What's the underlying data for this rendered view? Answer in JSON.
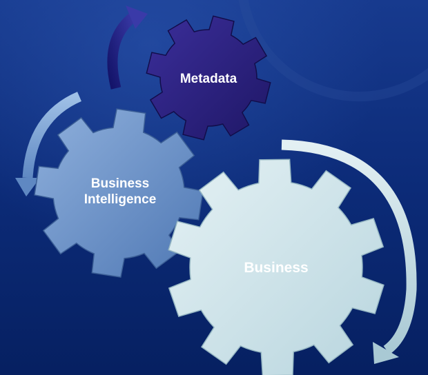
{
  "colors": {
    "background_top": "#173a8e",
    "background_bottom": "#062061",
    "metadata_gear": "#2a1f7d",
    "bi_gear": "#6f95c9",
    "business_gear": "#cfe4ea",
    "arrow_dark": "#2a2a8a",
    "arrow_mid": "#7fa5d6",
    "arrow_light": "#cfe4ea"
  },
  "gears": {
    "metadata": {
      "label": "Metadata"
    },
    "business_intelligence": {
      "line1": "Business",
      "line2": "Intelligence"
    },
    "business": {
      "label": "Business"
    }
  },
  "arrows": [
    "arrow-metadata-cycle",
    "arrow-bi-cycle",
    "arrow-business-cycle"
  ]
}
